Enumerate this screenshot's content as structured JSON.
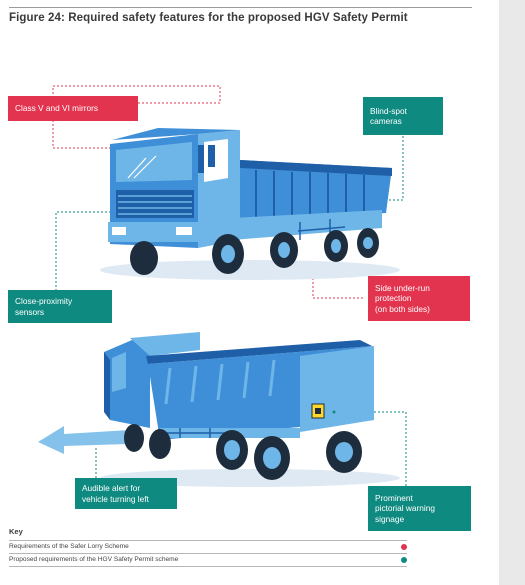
{
  "figure": {
    "title": "Figure 24: Required safety features for the proposed HGV Safety Permit"
  },
  "colors": {
    "red": "#e3344f",
    "teal": "#0f8a80",
    "truck_light": "#6fb6e8",
    "truck_mid": "#3f8fd8",
    "truck_dark": "#1f5fa8",
    "wheel": "#1d2d3d"
  },
  "labels": {
    "mirrors": "Class V and VI mirrors",
    "cameras": "Blind-spot\ncameras",
    "sensors": "Close-proximity\nsensors",
    "side_guard": "Side under-run\nprotection\n(on both sides)",
    "audible_alert": "Audible alert for\nvehicle turning left",
    "warning_signage": "Prominent\npictorial warning\nsignage"
  },
  "key": {
    "title": "Key",
    "rows": [
      {
        "label": "Requirements of the Safer Lorry Scheme",
        "color": "#e3344f"
      },
      {
        "label": "Proposed requirements of the HGV Safety Permit scheme",
        "color": "#0f8a80"
      }
    ]
  }
}
